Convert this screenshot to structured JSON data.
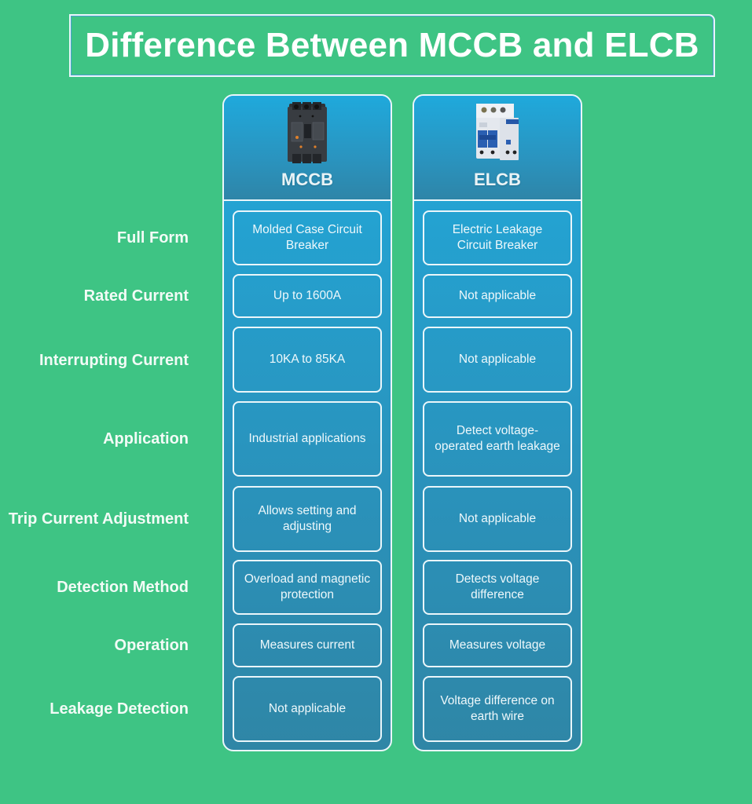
{
  "title": "Difference Between MCCB and ELCB",
  "colors": {
    "background": "#3ec484",
    "column_top": "#21a9db",
    "column_bottom": "#2f86a6",
    "border": "#eaf6fa",
    "text": "#ffffff"
  },
  "row_labels": [
    "Full Form",
    "Rated Current",
    "Interrupting Current",
    "Application",
    "Trip Current Adjustment",
    "Detection Method",
    "Operation",
    "Leakage Detection"
  ],
  "columns": [
    {
      "name": "MCCB",
      "image": "mccb-breaker-image",
      "values": [
        "Molded Case Circuit Breaker",
        "Up to 1600A",
        "10KA to 85KA",
        "Industrial applications",
        "Allows setting and adjusting",
        "Overload and magnetic protection",
        "Measures current",
        "Not applicable"
      ]
    },
    {
      "name": "ELCB",
      "image": "elcb-breaker-image",
      "values": [
        "Electric Leakage Circuit Breaker",
        "Not applicable",
        "Not applicable",
        "Detect voltage-operated earth leakage",
        "Not applicable",
        "Detects voltage difference",
        "Measures voltage",
        "Voltage difference on earth wire"
      ]
    }
  ]
}
